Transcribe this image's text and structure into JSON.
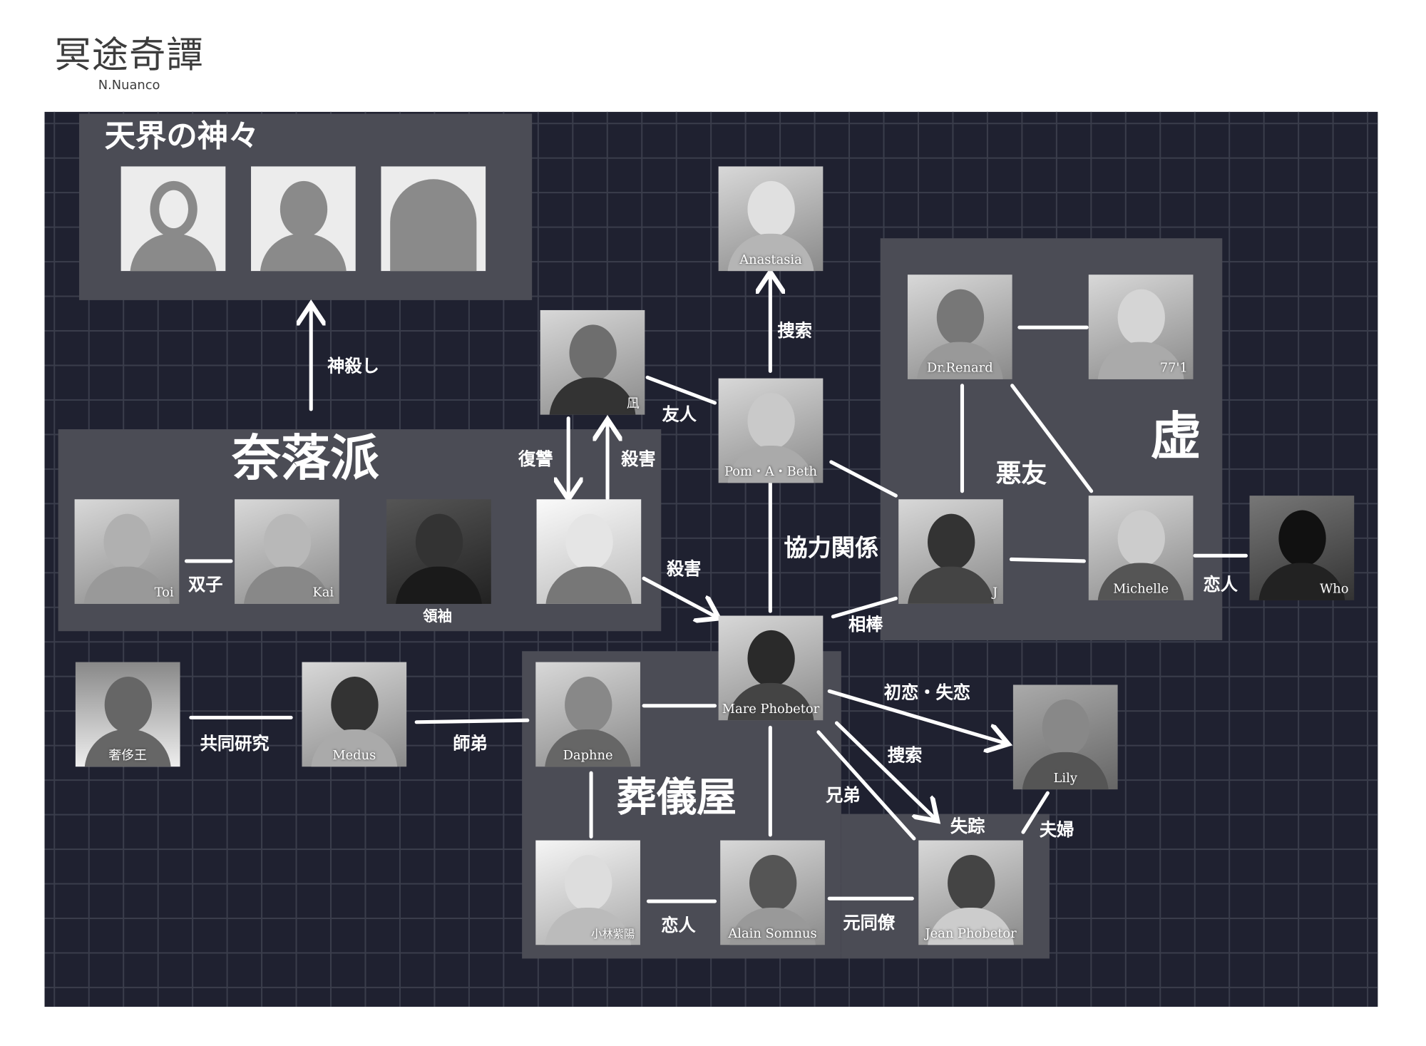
{
  "header": {
    "title": "冥途奇譚",
    "subtitle": "N.Nuanco"
  },
  "groups": {
    "heaven": "天界の神々",
    "naraku": "奈落派",
    "kyo": "虚",
    "funeral": "葬儀屋"
  },
  "characters": {
    "anastasia": "Anastasia",
    "nagi": "凪",
    "pom": "Pom・A・Beth",
    "renard": "Dr.Renard",
    "n771": "77'1",
    "toi": "Toi",
    "kai": "Kai",
    "leader": "領袖",
    "j": "J",
    "michelle": "Michelle",
    "who": "Who",
    "mare": "Mare Phobetor",
    "shashi": "奢侈王",
    "medus": "Medus",
    "daphne": "Daphne",
    "lily": "Lily",
    "kobayashi": "小林紫陽",
    "alain": "Alain Somnus",
    "jean": "Jean Phobetor"
  },
  "relations": {
    "godkill": "神殺し",
    "search1": "捜索",
    "friend": "友人",
    "revenge": "復讐",
    "kill1": "殺害",
    "kill2": "殺害",
    "cooperate": "協力関係",
    "partner": "相棒",
    "badfriend": "悪友",
    "lovers1": "恋人",
    "twins": "双子",
    "research": "共同研究",
    "master": "師弟",
    "lovers2": "恋人",
    "excolleague": "元同僚",
    "firstlove": "初恋・失恋",
    "search2": "捜索",
    "brothers": "兄弟",
    "missing": "失踪",
    "married": "夫婦"
  },
  "colors": {
    "board": "#1f2130",
    "panel": "#4b4c55",
    "grid": "#3a3d4b",
    "link": "#ffffff"
  }
}
